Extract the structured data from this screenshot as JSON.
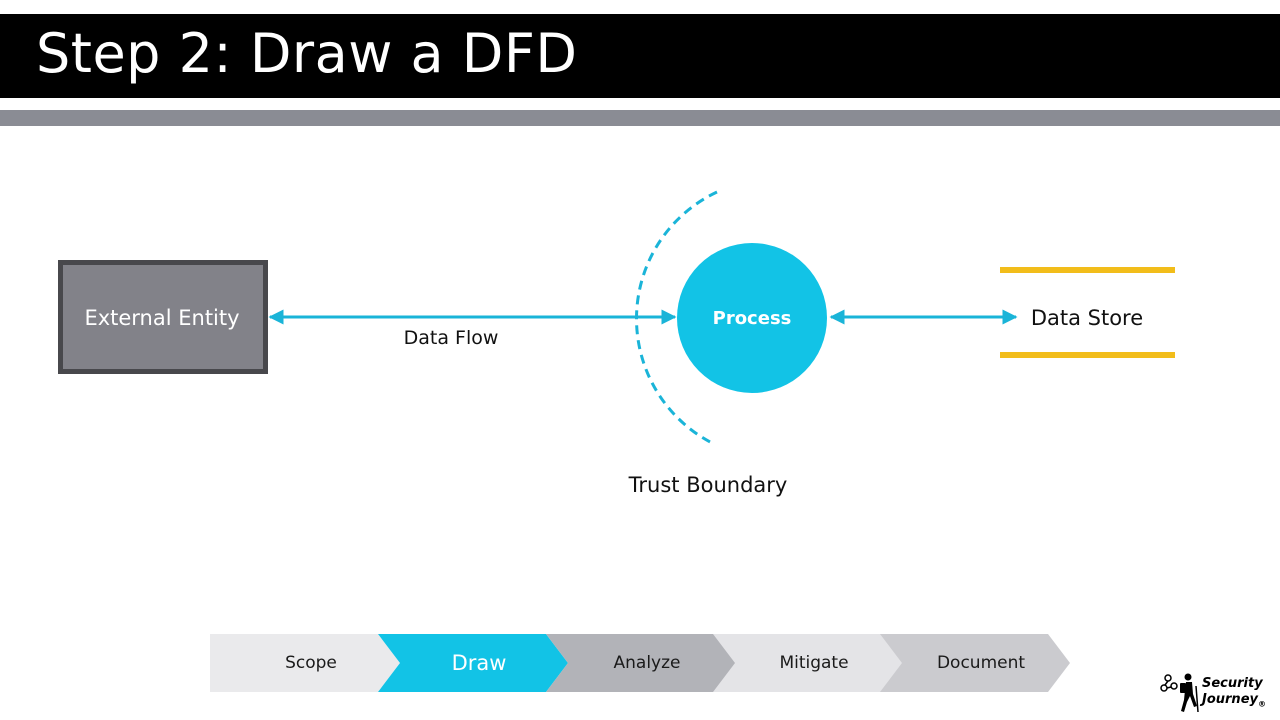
{
  "slide": {
    "title": "Step 2: Draw a DFD"
  },
  "diagram": {
    "external_entity": "External Entity",
    "data_flow": "Data Flow",
    "process": "Process",
    "data_store": "Data Store",
    "trust_boundary": "Trust Boundary"
  },
  "steps": [
    {
      "label": "Scope",
      "active": false
    },
    {
      "label": "Draw",
      "active": true
    },
    {
      "label": "Analyze",
      "active": false
    },
    {
      "label": "Mitigate",
      "active": false
    },
    {
      "label": "Document",
      "active": false
    }
  ],
  "logo": {
    "line1": "Security",
    "line2": "Journey",
    "mark": "®"
  },
  "colors": {
    "title_bg": "#000000",
    "accent_bar": "#8a8c94",
    "entity_fill": "#828289",
    "entity_border": "#48484c",
    "flow_cyan": "#1ab4d8",
    "process_fill": "#12c3e6",
    "store_gold": "#f2bd1a",
    "step_scope": "#eaeaec",
    "step_draw": "#12c3e6",
    "step_analyze": "#b2b3b8",
    "step_mitigate": "#e4e4e7",
    "step_document": "#cbcbcf"
  }
}
